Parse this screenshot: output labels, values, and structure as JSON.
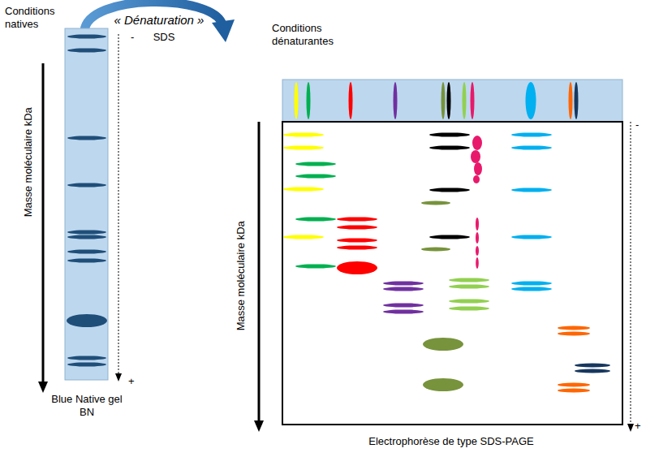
{
  "diagram": {
    "labels": [
      "Conditions natives",
      "« Dénaturation »",
      "SDS",
      "Conditions dénaturantes",
      "Masse moléculaire kDa",
      "-",
      "+",
      "Blue Native gel BN",
      "Masse moléculaire kDa",
      "-",
      "+",
      "Electrophorèse de type SDS-PAGE"
    ]
  }
}
